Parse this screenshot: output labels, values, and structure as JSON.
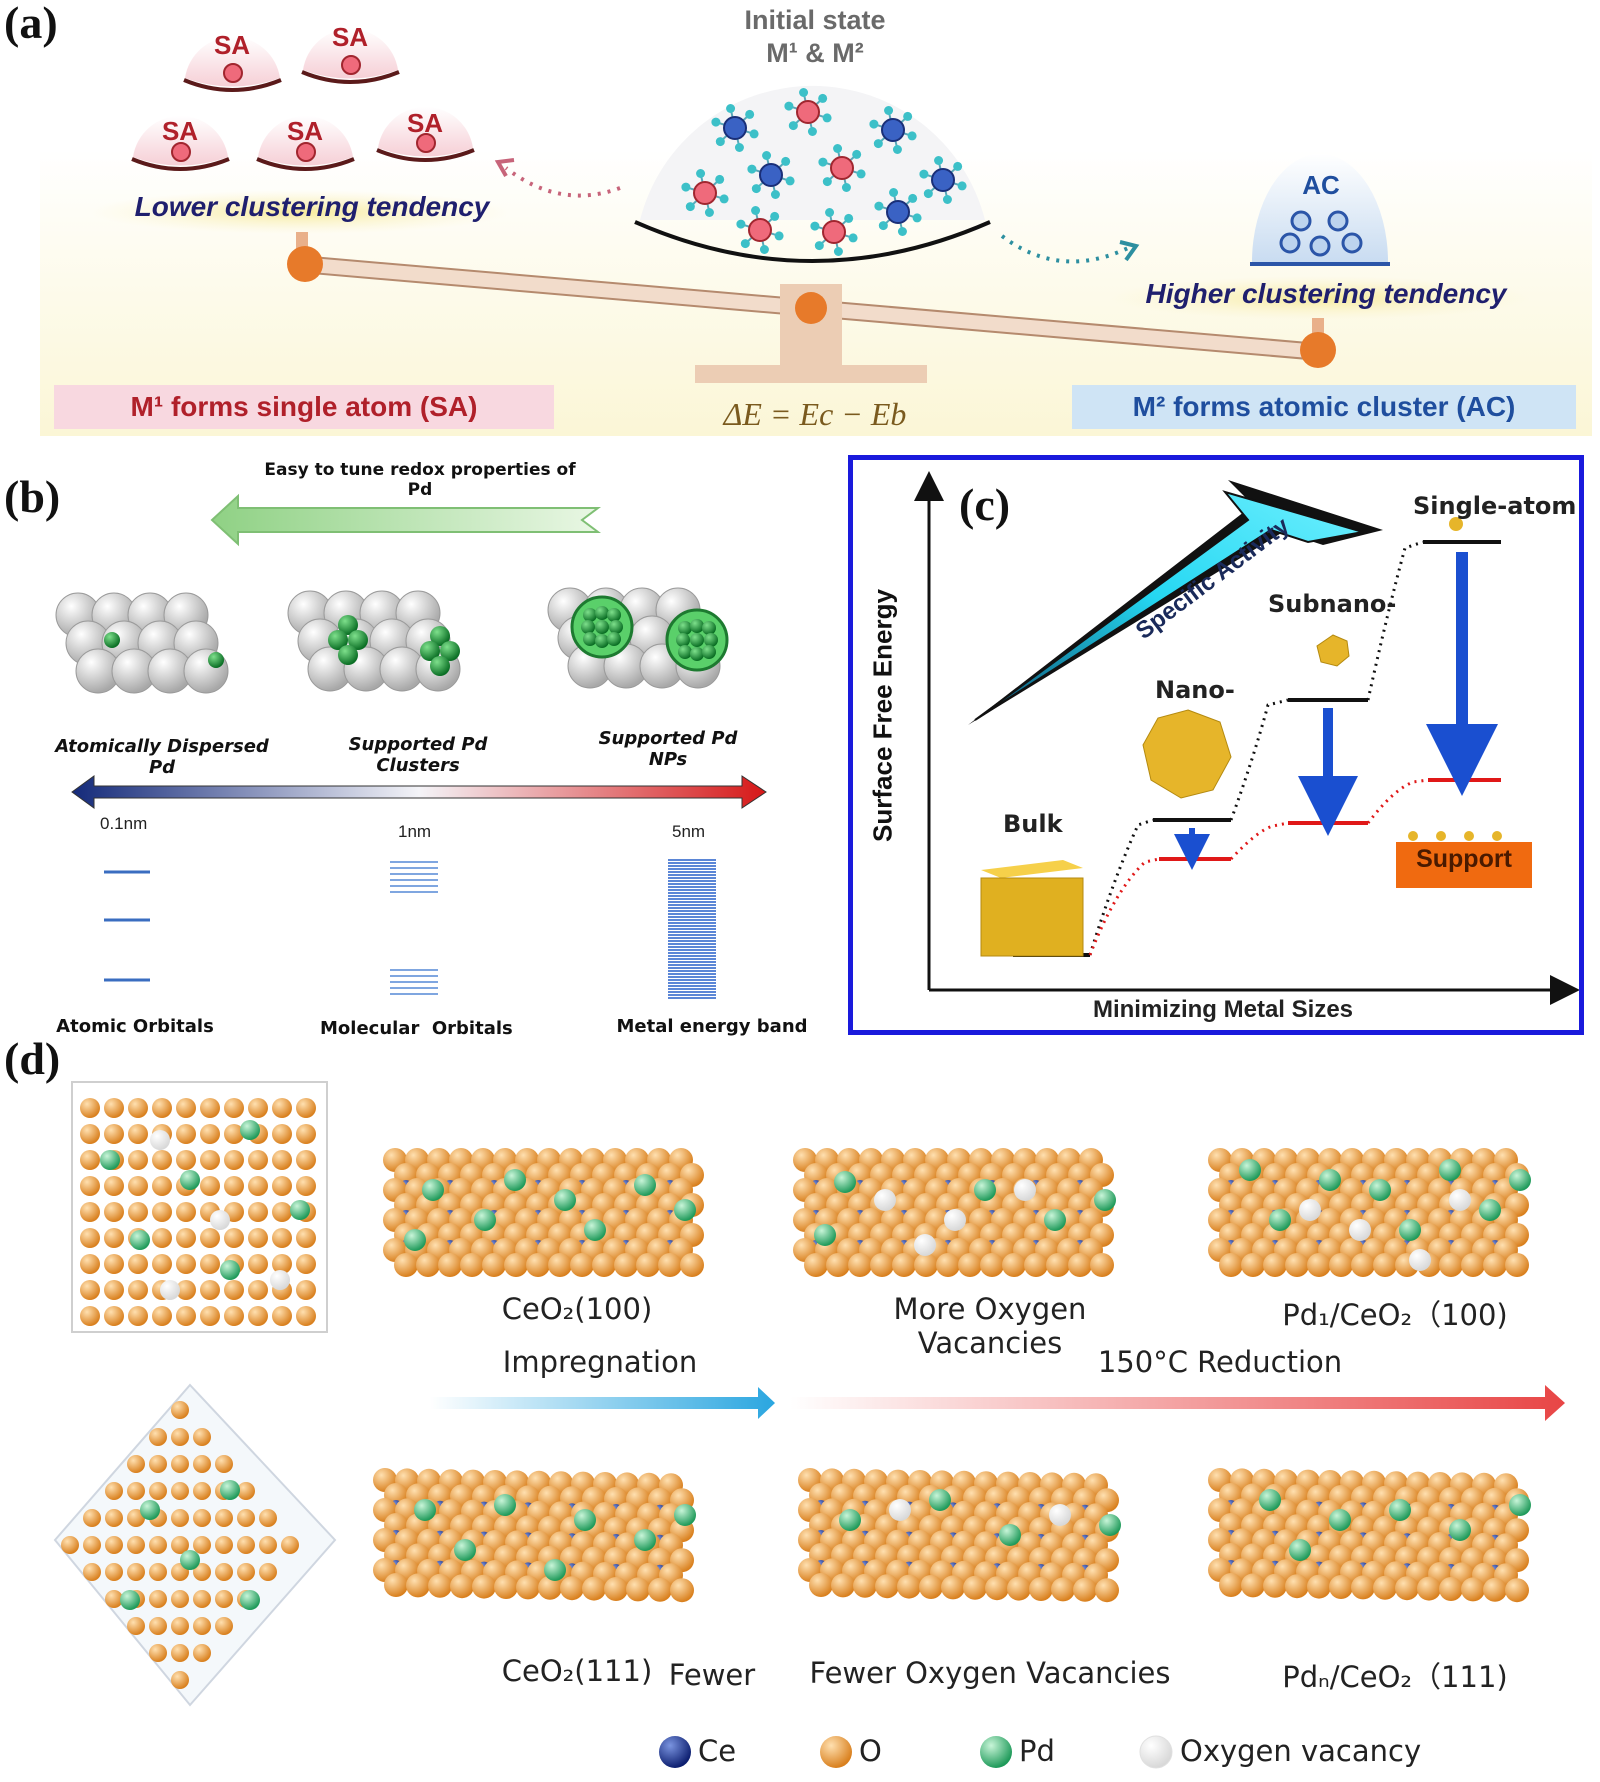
{
  "panel_a": {
    "letter": "(a)",
    "initial_state_line1": "Initial state",
    "initial_state_line2": "M¹ & M²",
    "sa_label": "SA",
    "ac_label": "AC",
    "lower_tendency": "Lower clustering tendency",
    "higher_tendency": "Higher clustering tendency",
    "left_box": "M¹ forms single atom (SA)",
    "right_box": "M² forms atomic cluster (AC)",
    "equation": "ΔE = Ec − Eb",
    "colors": {
      "sa_text": "#b0202a",
      "ac_text": "#1f4e9e",
      "left_box_bg": "#f8d8e0",
      "right_box_bg": "#cfe4f5",
      "ball": "#e77a2a"
    }
  },
  "panel_b": {
    "letter": "(b)",
    "arrow_caption": "Easy to tune redox properties of Pd",
    "captions": [
      "Atomically Dispersed Pd",
      "Supported Pd Clusters",
      "Supported Pd NPs"
    ],
    "size_labels": [
      "0.1nm",
      "1nm",
      "5nm"
    ],
    "orbital_labels": [
      "Atomic Orbitals",
      "Molecular  Orbitals",
      "Metal energy band"
    ]
  },
  "panel_c": {
    "letter": "(c)",
    "y_axis": "Surface Free Energy",
    "x_axis": "Minimizing Metal Sizes",
    "arrow_text": "Specific Activity",
    "labels": {
      "bulk": "Bulk",
      "nano": "Nano-",
      "subnano": "Subnano-",
      "single": "Single-atom",
      "support": "Support"
    },
    "border_color": "#1a1adc"
  },
  "panel_d": {
    "letter": "(d)",
    "top_labels": [
      "CeO₂(100)",
      "More Oxygen Vacancies",
      "Pd₁/CeO₂（100)"
    ],
    "bottom_labels": [
      "CeO₂(111)",
      "Fewer",
      "Fewer Oxygen Vacancies",
      "Pdₙ/CeO₂（111)"
    ],
    "step1": "Impregnation",
    "step2": "150°C Reduction",
    "legend": [
      "Ce",
      "O",
      "Pd",
      "Oxygen vacancy"
    ],
    "colors": {
      "ce": "#1f3fa6",
      "o": "#f0a050",
      "pd": "#3fb878",
      "vacancy": "#ffffff"
    }
  }
}
